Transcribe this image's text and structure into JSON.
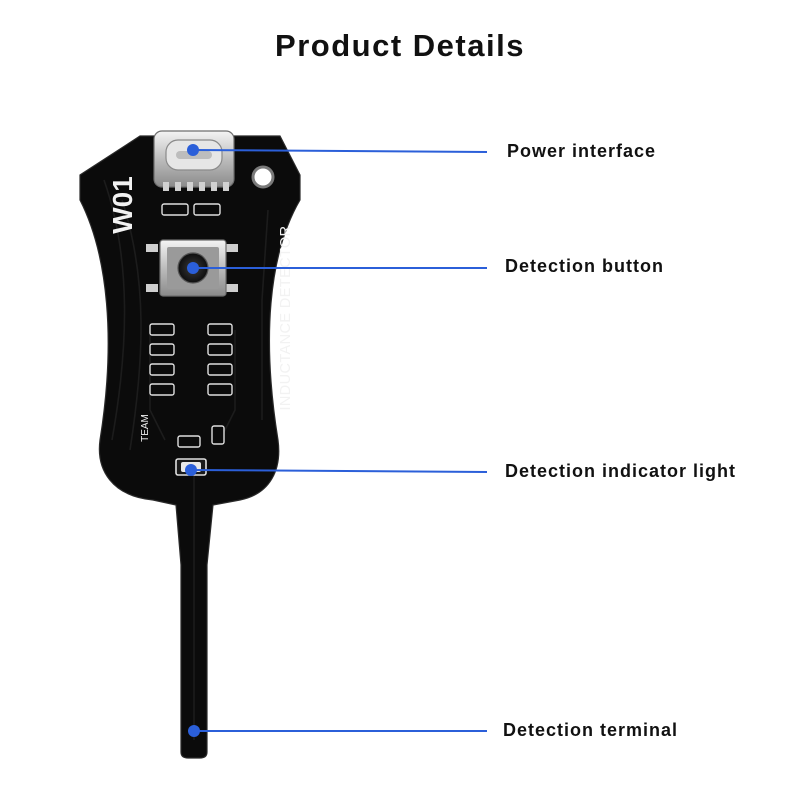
{
  "header": {
    "title": "Product Details"
  },
  "board": {
    "model_text": "W01",
    "product_text": "INDUCTANCE DETECTOR",
    "team_text": "TEAM"
  },
  "callouts": [
    {
      "label": "Power interface"
    },
    {
      "label": "Detection button"
    },
    {
      "label": "Detection indicator light"
    },
    {
      "label": "Detection terminal"
    }
  ],
  "colors": {
    "leader_line": "#2b5fd9",
    "board": "#0b0b0b",
    "board_edge": "#2a2a2a",
    "silkscreen": "#f2f2f2",
    "text": "#111111"
  }
}
